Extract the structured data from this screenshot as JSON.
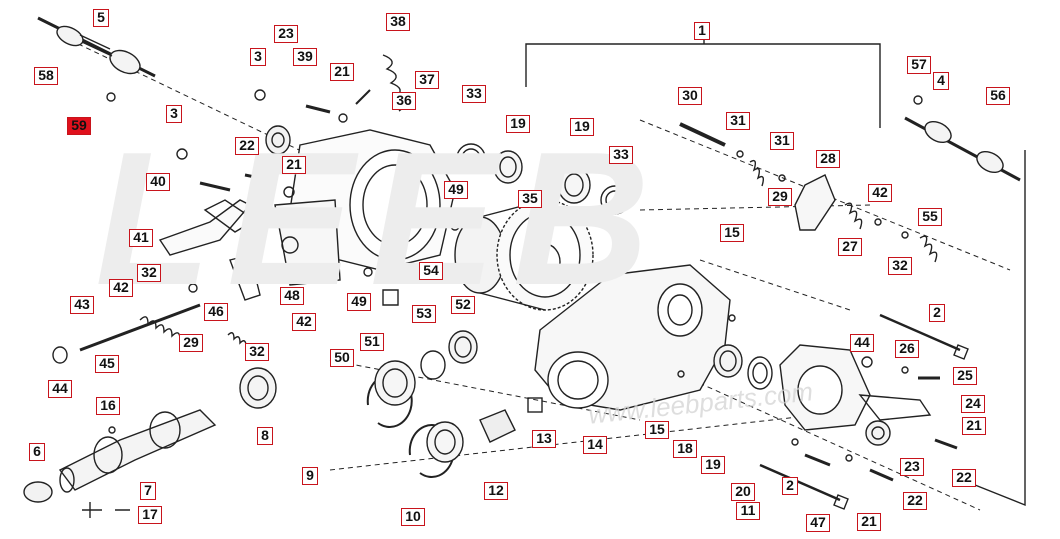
{
  "diagram": {
    "watermark_text": "www.leebparts.com",
    "labels": [
      {
        "id": "l5",
        "text": "5"
      },
      {
        "id": "l58",
        "text": "58"
      },
      {
        "id": "l59",
        "text": "59",
        "highlight": true
      },
      {
        "id": "l3a",
        "text": "3"
      },
      {
        "id": "l3b",
        "text": "3"
      },
      {
        "id": "l23a",
        "text": "23"
      },
      {
        "id": "l39",
        "text": "39"
      },
      {
        "id": "l21a",
        "text": "21"
      },
      {
        "id": "l38",
        "text": "38"
      },
      {
        "id": "l37",
        "text": "37"
      },
      {
        "id": "l36",
        "text": "36"
      },
      {
        "id": "l33a",
        "text": "33"
      },
      {
        "id": "l19a",
        "text": "19"
      },
      {
        "id": "l19b",
        "text": "19"
      },
      {
        "id": "l33b",
        "text": "33"
      },
      {
        "id": "l1",
        "text": "1"
      },
      {
        "id": "l30",
        "text": "30"
      },
      {
        "id": "l31a",
        "text": "31"
      },
      {
        "id": "l31b",
        "text": "31"
      },
      {
        "id": "l28",
        "text": "28"
      },
      {
        "id": "l29a",
        "text": "29"
      },
      {
        "id": "l57",
        "text": "57"
      },
      {
        "id": "l4",
        "text": "4"
      },
      {
        "id": "l56",
        "text": "56"
      },
      {
        "id": "l22a",
        "text": "22"
      },
      {
        "id": "l21b",
        "text": "21"
      },
      {
        "id": "l40",
        "text": "40"
      },
      {
        "id": "l49a",
        "text": "49"
      },
      {
        "id": "l35",
        "text": "35"
      },
      {
        "id": "l42a",
        "text": "42"
      },
      {
        "id": "l27",
        "text": "27"
      },
      {
        "id": "l55",
        "text": "55"
      },
      {
        "id": "l32a",
        "text": "32"
      },
      {
        "id": "l41",
        "text": "41"
      },
      {
        "id": "l15a",
        "text": "15"
      },
      {
        "id": "l32b",
        "text": "32"
      },
      {
        "id": "l42b",
        "text": "42"
      },
      {
        "id": "l48",
        "text": "48"
      },
      {
        "id": "l54",
        "text": "54"
      },
      {
        "id": "l49b",
        "text": "49"
      },
      {
        "id": "l53",
        "text": "53"
      },
      {
        "id": "l46",
        "text": "46"
      },
      {
        "id": "l43",
        "text": "43"
      },
      {
        "id": "l42c",
        "text": "42"
      },
      {
        "id": "l52",
        "text": "52"
      },
      {
        "id": "l2a",
        "text": "2"
      },
      {
        "id": "l29b",
        "text": "29"
      },
      {
        "id": "l32c",
        "text": "32"
      },
      {
        "id": "l51",
        "text": "51"
      },
      {
        "id": "l45",
        "text": "45"
      },
      {
        "id": "l50",
        "text": "50"
      },
      {
        "id": "l44a",
        "text": "44"
      },
      {
        "id": "l44b",
        "text": "44"
      },
      {
        "id": "l26",
        "text": "26"
      },
      {
        "id": "l25",
        "text": "25"
      },
      {
        "id": "l16",
        "text": "16"
      },
      {
        "id": "l8",
        "text": "8"
      },
      {
        "id": "l15b",
        "text": "15"
      },
      {
        "id": "l24",
        "text": "24"
      },
      {
        "id": "l13",
        "text": "13"
      },
      {
        "id": "l21c",
        "text": "21"
      },
      {
        "id": "l14",
        "text": "14"
      },
      {
        "id": "l18",
        "text": "18"
      },
      {
        "id": "l6",
        "text": "6"
      },
      {
        "id": "l9",
        "text": "9"
      },
      {
        "id": "l19c",
        "text": "19"
      },
      {
        "id": "l23b",
        "text": "23"
      },
      {
        "id": "l7",
        "text": "7"
      },
      {
        "id": "l12",
        "text": "12"
      },
      {
        "id": "l20",
        "text": "20"
      },
      {
        "id": "l22b",
        "text": "22"
      },
      {
        "id": "l22c",
        "text": "22"
      },
      {
        "id": "l17",
        "text": "17"
      },
      {
        "id": "l10",
        "text": "10"
      },
      {
        "id": "l11",
        "text": "11"
      },
      {
        "id": "l2b",
        "text": "2"
      },
      {
        "id": "l47",
        "text": "47"
      },
      {
        "id": "l21d",
        "text": "21"
      }
    ]
  }
}
